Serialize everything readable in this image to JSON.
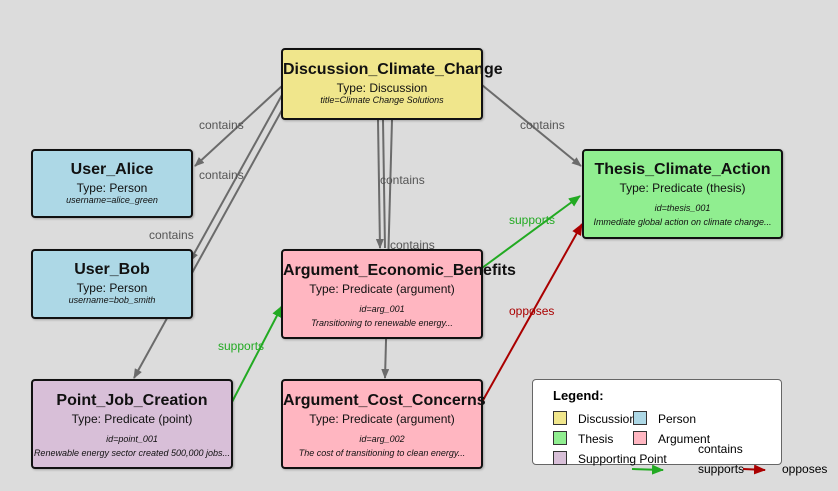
{
  "colors": {
    "discussion": "#f0e68c",
    "person": "#add8e6",
    "thesis": "#90ee90",
    "argument": "#ffb6c1",
    "point": "#d8bfd8",
    "contains": "#6b6b6b",
    "supports": "#22aa22",
    "opposes": "#aa0000"
  },
  "nodes": {
    "discussion": {
      "title": "Discussion_Climate_Change",
      "type": "Type: Discussion",
      "props": [
        "title=Climate Change Solutions"
      ]
    },
    "alice": {
      "title": "User_Alice",
      "type": "Type: Person",
      "props": [
        "username=alice_green"
      ]
    },
    "bob": {
      "title": "User_Bob",
      "type": "Type: Person",
      "props": [
        "username=bob_smith"
      ]
    },
    "thesis": {
      "title": "Thesis_Climate_Action",
      "type": "Type: Predicate (thesis)",
      "props": [
        "id=thesis_001",
        "Immediate global action on climate change..."
      ]
    },
    "econ": {
      "title": "Argument_Economic_Benefits",
      "type": "Type: Predicate (argument)",
      "props": [
        "id=arg_001",
        "Transitioning to renewable energy..."
      ]
    },
    "point": {
      "title": "Point_Job_Creation",
      "type": "Type: Predicate (point)",
      "props": [
        "id=point_001",
        "Renewable energy sector created 500,000 jobs..."
      ]
    },
    "cost": {
      "title": "Argument_Cost_Concerns",
      "type": "Type: Predicate (argument)",
      "props": [
        "id=arg_002",
        "The cost of transitioning to clean energy..."
      ]
    }
  },
  "edge_labels": {
    "contains": "contains",
    "supports": "supports",
    "opposes": "opposes"
  },
  "legend": {
    "title": "Legend:",
    "discussion": "Discussion",
    "person": "Person",
    "thesis": "Thesis",
    "argument": "Argument",
    "point": "Supporting Point",
    "contains": "contains",
    "supports": "supports",
    "opposes": "opposes"
  }
}
